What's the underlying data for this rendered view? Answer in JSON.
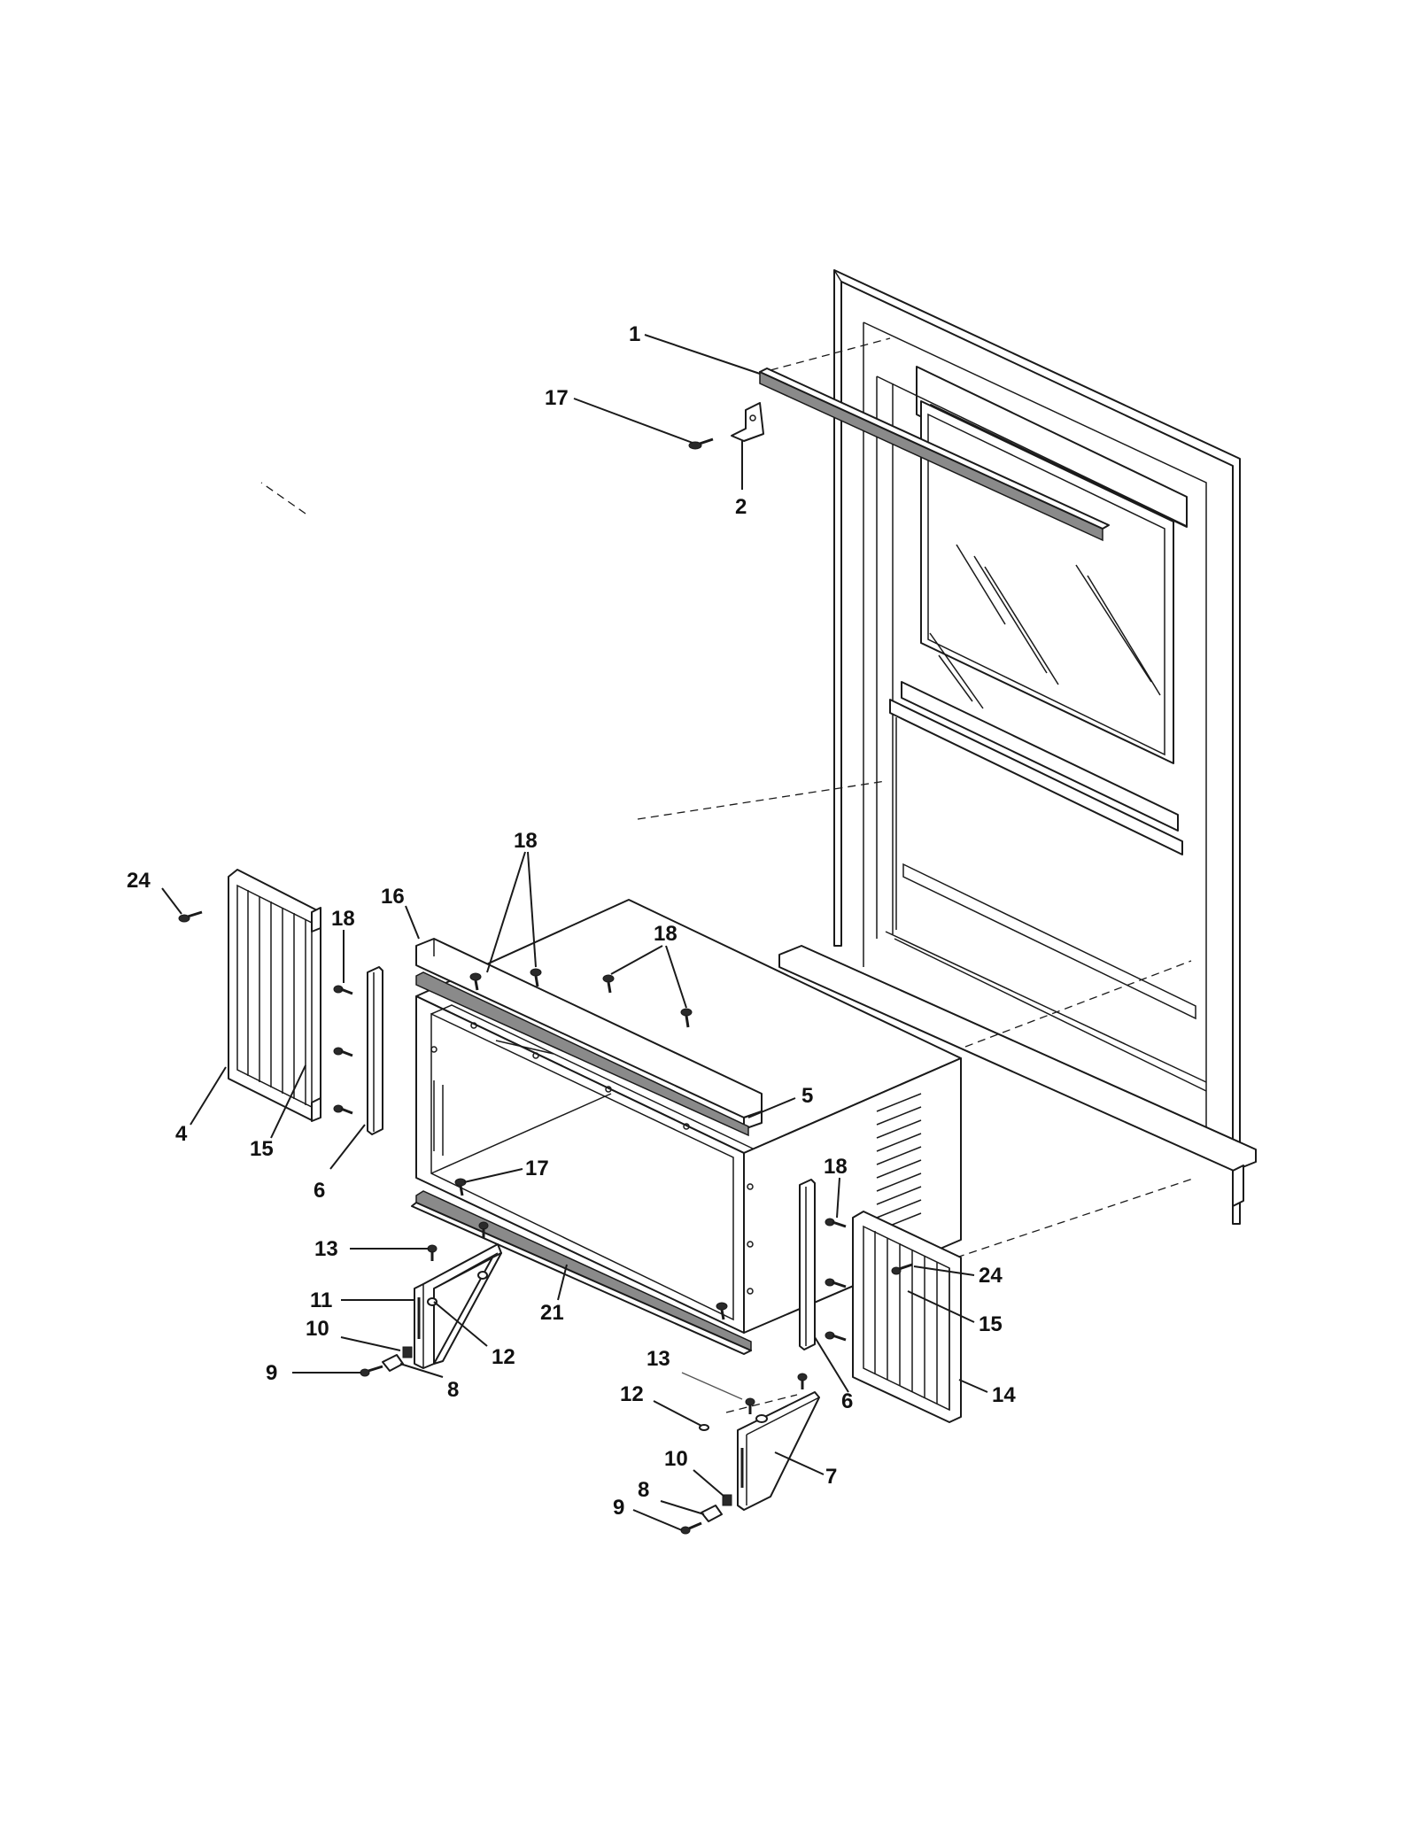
{
  "diagram": {
    "callouts": [
      {
        "id": "c1",
        "label": "1"
      },
      {
        "id": "c17a",
        "label": "17"
      },
      {
        "id": "c2",
        "label": "2"
      },
      {
        "id": "c24a",
        "label": "24"
      },
      {
        "id": "c18a",
        "label": "18"
      },
      {
        "id": "c16",
        "label": "16"
      },
      {
        "id": "c18b",
        "label": "18"
      },
      {
        "id": "c18c",
        "label": "18"
      },
      {
        "id": "c4",
        "label": "4"
      },
      {
        "id": "c15a",
        "label": "15"
      },
      {
        "id": "c6a",
        "label": "6"
      },
      {
        "id": "c5",
        "label": "5"
      },
      {
        "id": "c18d",
        "label": "18"
      },
      {
        "id": "c17b",
        "label": "17"
      },
      {
        "id": "c13a",
        "label": "13"
      },
      {
        "id": "c11",
        "label": "11"
      },
      {
        "id": "c10a",
        "label": "10"
      },
      {
        "id": "c9a",
        "label": "9"
      },
      {
        "id": "c8a",
        "label": "8"
      },
      {
        "id": "c12a",
        "label": "12"
      },
      {
        "id": "c21",
        "label": "21"
      },
      {
        "id": "c24b",
        "label": "24"
      },
      {
        "id": "c15b",
        "label": "15"
      },
      {
        "id": "c14",
        "label": "14"
      },
      {
        "id": "c6b",
        "label": "6"
      },
      {
        "id": "c13b",
        "label": "13"
      },
      {
        "id": "c12b",
        "label": "12"
      },
      {
        "id": "c10b",
        "label": "10"
      },
      {
        "id": "c8b",
        "label": "8"
      },
      {
        "id": "c7",
        "label": "7"
      },
      {
        "id": "c9b",
        "label": "9"
      }
    ]
  }
}
